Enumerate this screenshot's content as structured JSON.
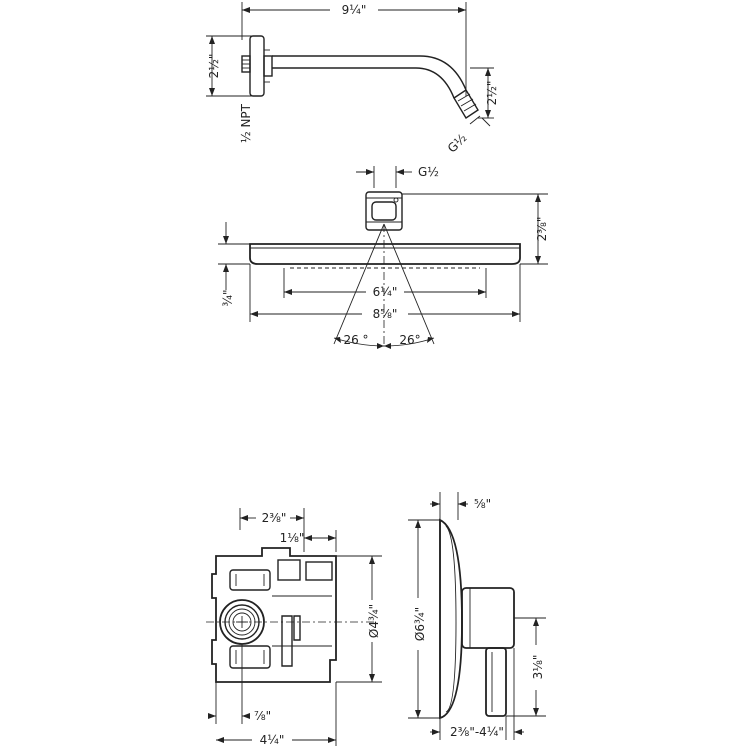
{
  "dimensions": {
    "arm_length": "9¼\"",
    "arm_flange_height": "2½\"",
    "arm_thread_npt": "½ NPT",
    "arm_drop": "2½\"",
    "arm_outlet_thread": "G½",
    "head_inlet_thread": "G½",
    "head_height": "2⅜\"",
    "head_thickness": "¾\"",
    "head_spray_width": "6¼\"",
    "head_width": "8⅝\"",
    "spray_angle_left": "26 °",
    "spray_angle_right": "26°",
    "valve_depth_to_center": "2⅜\"",
    "valve_top_offset": "1⅛\"",
    "valve_diameter": "Ø4¾\"",
    "valve_bottom_offset": "⅞\"",
    "valve_body_width": "4¼\"",
    "trim_plate_thickness": "⅝\"",
    "trim_plate_diameter": "Ø6¾\"",
    "handle_height": "3⅛\"",
    "handle_projection": "2⅜\"-4¼\""
  }
}
